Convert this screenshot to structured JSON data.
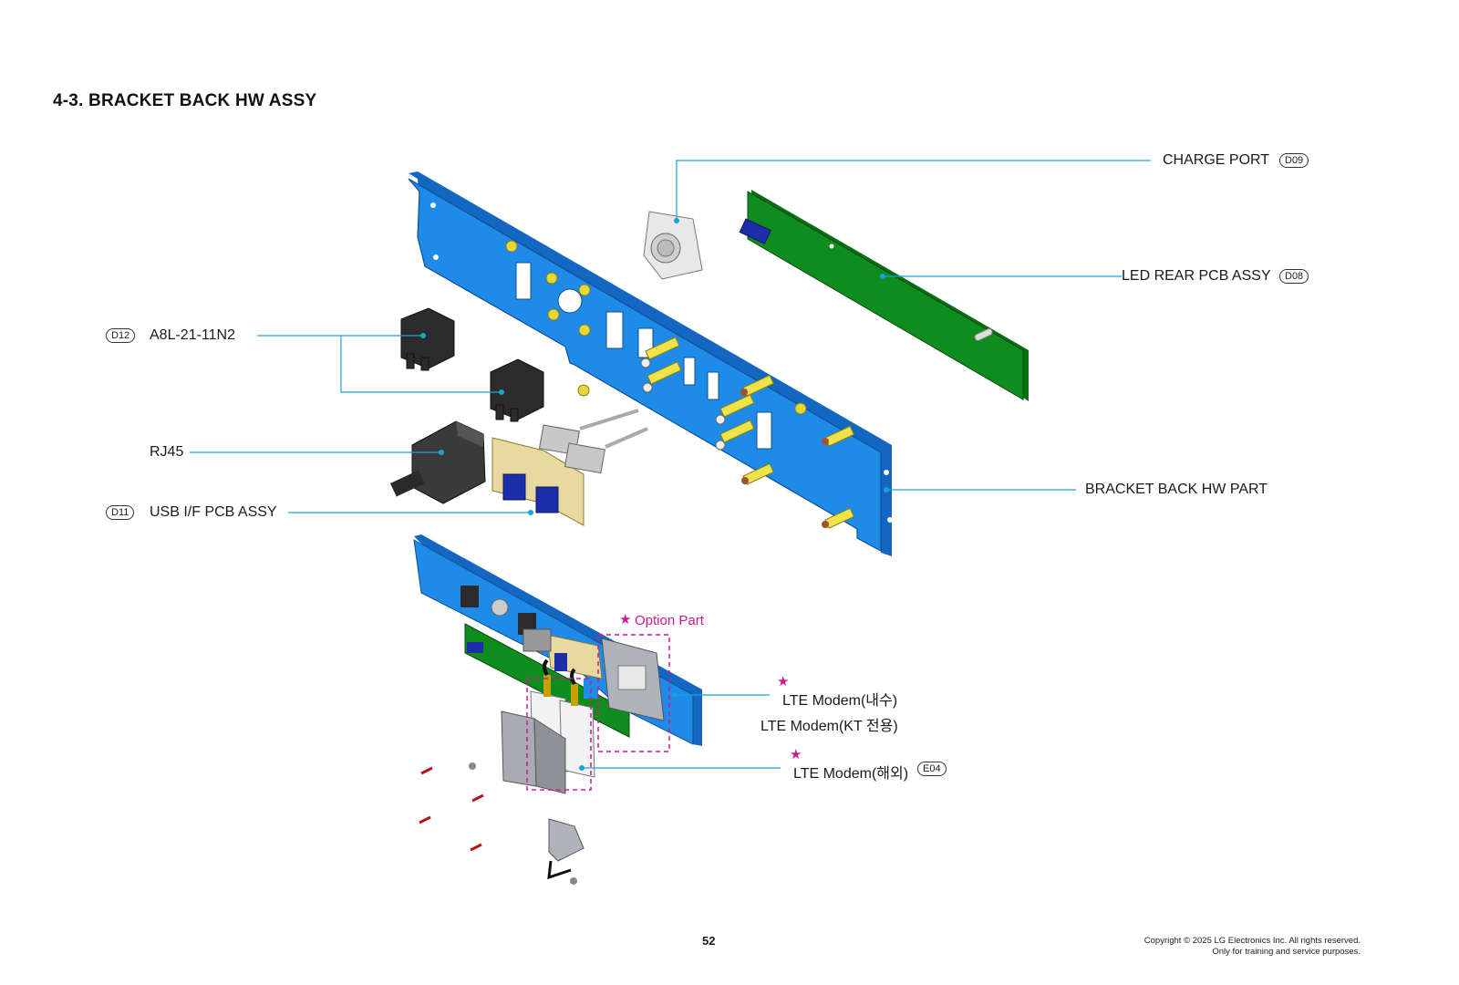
{
  "page": {
    "title": "4-3. BRACKET BACK HW ASSY",
    "page_number": "52",
    "copyright_line1": "Copyright © 2025 LG Electronics Inc. All rights reserved.",
    "copyright_line2": "Only for training and service purposes."
  },
  "callouts": {
    "charge_port": {
      "label": "CHARGE PORT",
      "code": "D09"
    },
    "led_rear_pcb": {
      "label": "LED REAR PCB ASSY",
      "code": "D08"
    },
    "a8l": {
      "label": "A8L-21-11N2",
      "code": "D12"
    },
    "rj45": {
      "label": "RJ45"
    },
    "usb_if_pcb": {
      "label": "USB I/F PCB ASSY",
      "code": "D11"
    },
    "bracket_back_hw_part": {
      "label": "BRACKET BACK HW PART"
    },
    "option_part": {
      "label": "Option Part"
    },
    "lte_modem_domestic": {
      "label": "LTE Modem(내수)"
    },
    "lte_modem_kt": {
      "label": "LTE Modem(KT 전용)"
    },
    "lte_modem_overseas": {
      "label": "LTE Modem(해외)",
      "code": "E04"
    }
  },
  "colors": {
    "leader_line": "#1aa3d6",
    "bracket_blue": "#1e8be8",
    "pcb_green": "#0f8c1e",
    "option_magenta": "#d0188f",
    "brass": "#e8d9a0",
    "connector_dark": "#2a2a2a",
    "usb_blue": "#1c2fa8"
  },
  "icons": {
    "star": "star-icon"
  }
}
